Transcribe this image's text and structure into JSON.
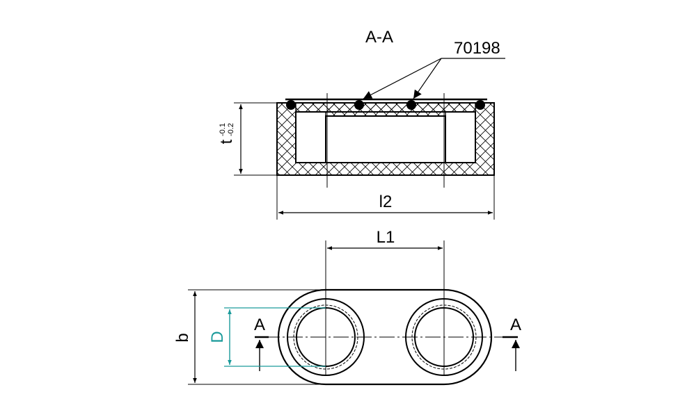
{
  "section_view": {
    "title": "A-A",
    "callout_part": "70198",
    "dim_thickness": "t",
    "tol_upper": "-0.1",
    "tol_lower": "-0.2",
    "dim_length_outer": "l2"
  },
  "plan_view": {
    "dim_center_distance": "L1",
    "dim_width": "b",
    "dim_bore": "D",
    "cut_mark_left": "A",
    "cut_mark_right": "A"
  },
  "colors": {
    "line": "#000000",
    "bore_dimension": "#1a9a9a"
  }
}
